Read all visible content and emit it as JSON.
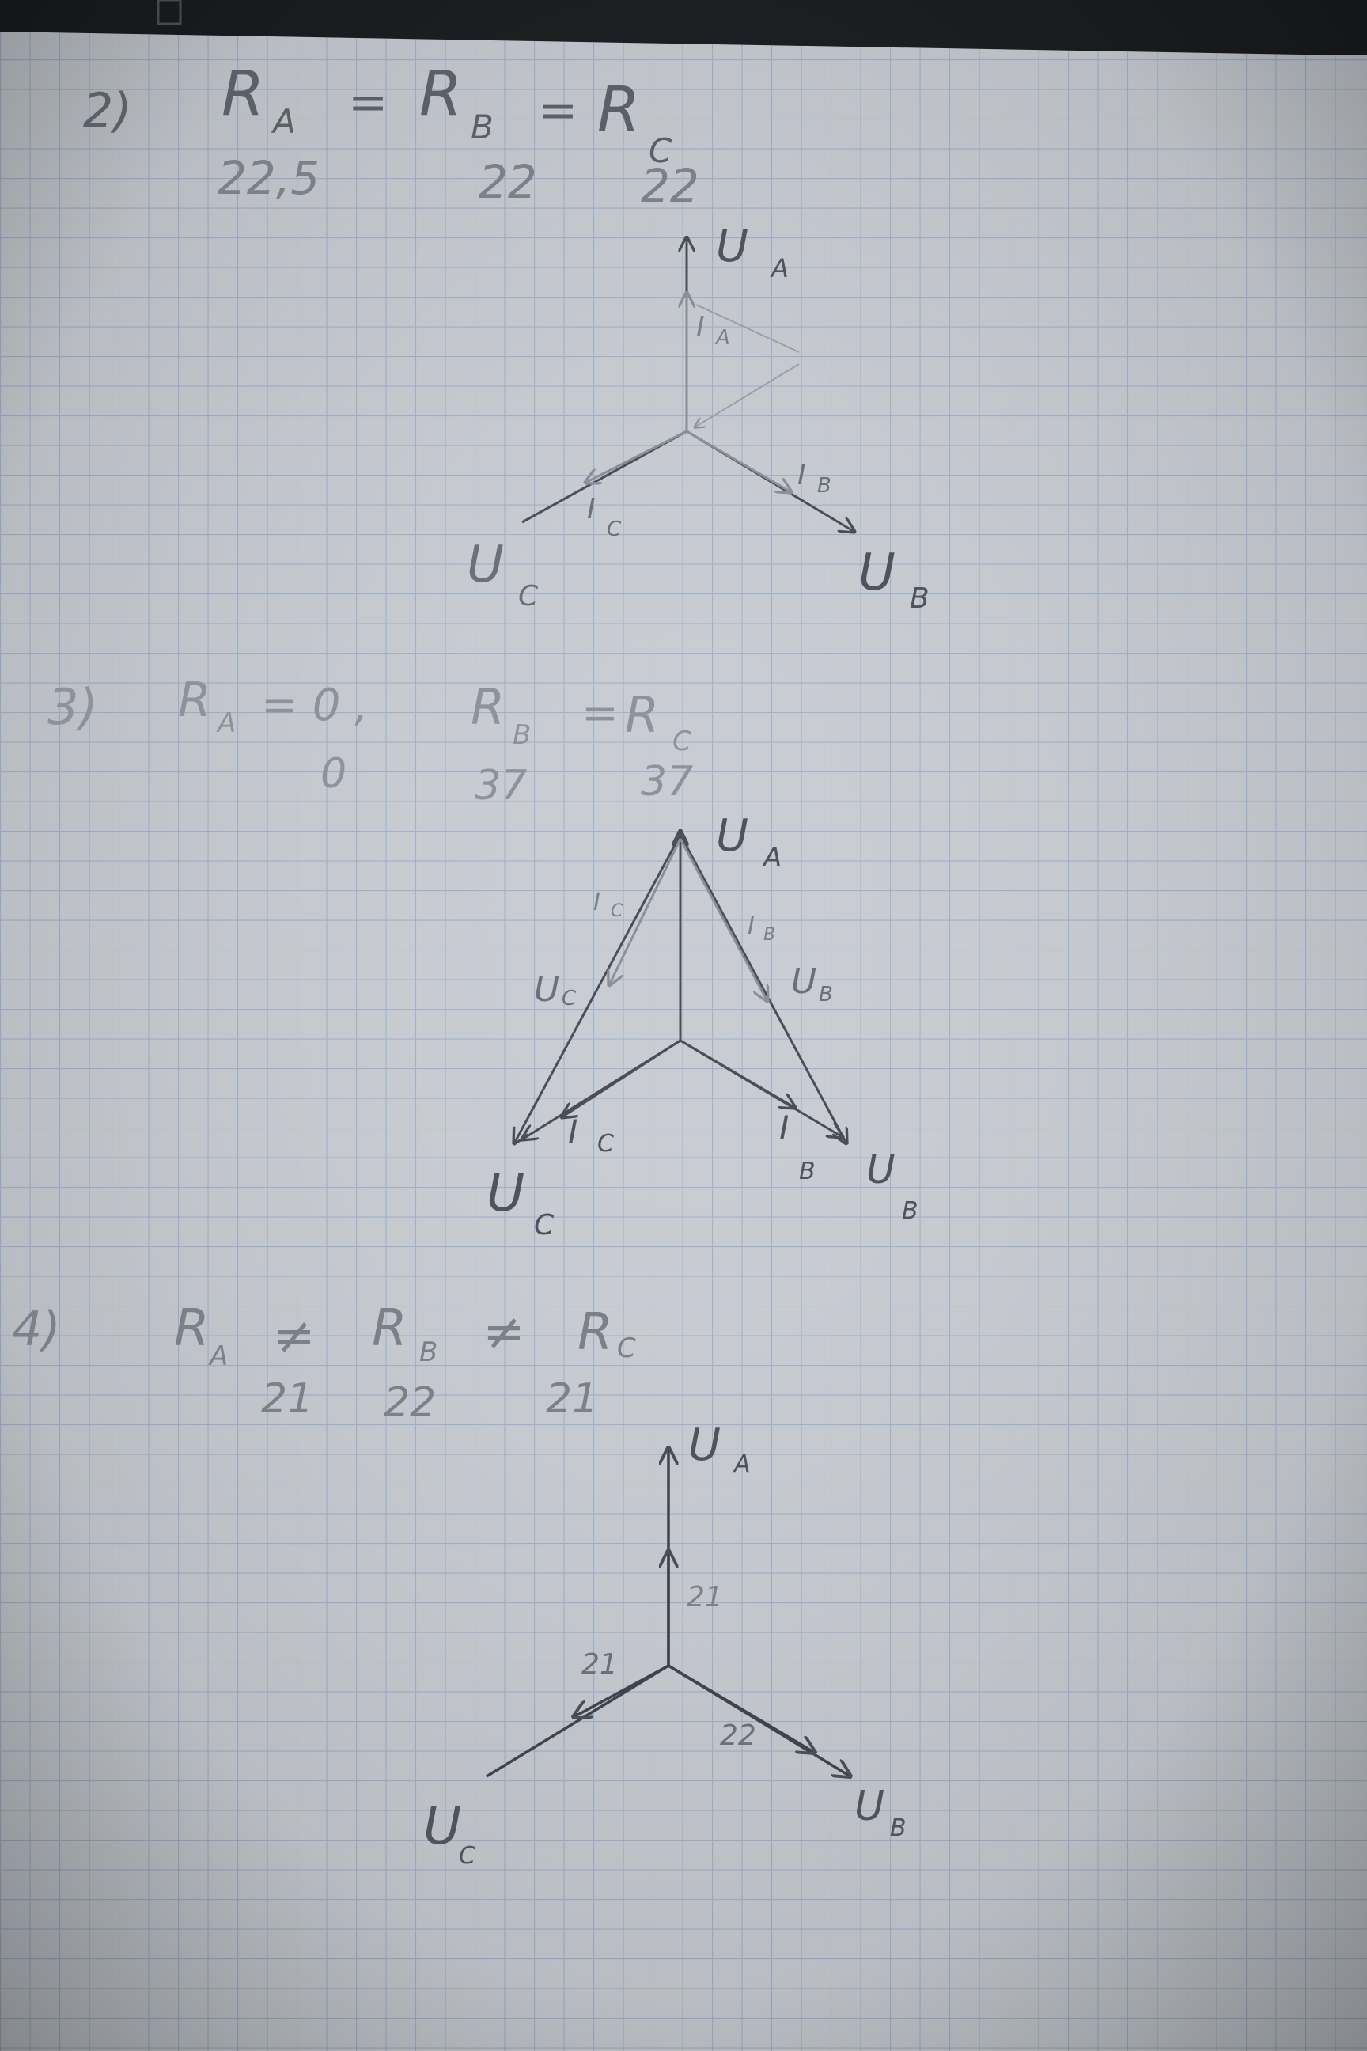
{
  "photo": {
    "subject": "Photo of hand-drawn three-phase voltage/current vector diagrams on squared notebook paper",
    "colors": {
      "paper": "#c9cdd3",
      "grid": "#93a9c9",
      "pencil": "#4a4e57",
      "pencil_light": "#8a8f98",
      "background": "#1d1f22"
    }
  },
  "section2": {
    "number": "2)",
    "formula": {
      "ra": "R",
      "ra_sub": "A",
      "eq1": "=",
      "rb": "R",
      "rb_sub": "B",
      "eq2": "=",
      "rc": "R",
      "rc_sub": "C"
    },
    "values": [
      "22,5",
      "22",
      "22"
    ],
    "labels": {
      "ua": "U",
      "ua_sub": "A",
      "ub": "U",
      "ub_sub": "B",
      "uc": "U",
      "uc_sub": "C",
      "ia": "I",
      "ia_sub": "A",
      "ib": "I",
      "ib_sub": "B",
      "ic": "I",
      "ic_sub": "C"
    }
  },
  "section3": {
    "number": "3)",
    "formula": {
      "ra": "R",
      "ra_sub": "A",
      "eq1": "= 0 ,",
      "rb": "R",
      "rb_sub": "B",
      "eq2": "=",
      "rc": "R",
      "rc_sub": "C"
    },
    "values": [
      "0",
      "37",
      "37"
    ],
    "labels": {
      "ua": "U",
      "ua_sub": "A",
      "ub_side": "U",
      "ub_side_sub": "B",
      "uc_side": "U",
      "uc_side_sub": "C",
      "ib_side": "I",
      "ib_side_sub": "B",
      "ic_side": "I",
      "ic_side_sub": "C",
      "ub": "U",
      "ub_sub": "B",
      "uc": "U",
      "uc_sub": "C",
      "ib": "I",
      "ib_sub": "B",
      "ic": "I",
      "ic_sub": "C"
    }
  },
  "section4": {
    "number": "4)",
    "formula": {
      "ra": "R",
      "ra_sub": "A",
      "ne1": "≠",
      "rb": "R",
      "rb_sub": "B",
      "ne2": "≠",
      "rc": "R",
      "rc_sub": "C"
    },
    "values": [
      "21",
      "22",
      "21"
    ],
    "labels": {
      "ua": "U",
      "ua_sub": "A",
      "ub": "U",
      "ub_sub": "B",
      "uc": "U",
      "uc_sub": "C",
      "ia_val": "21",
      "ic_val": "21",
      "ib_val": "22"
    }
  }
}
